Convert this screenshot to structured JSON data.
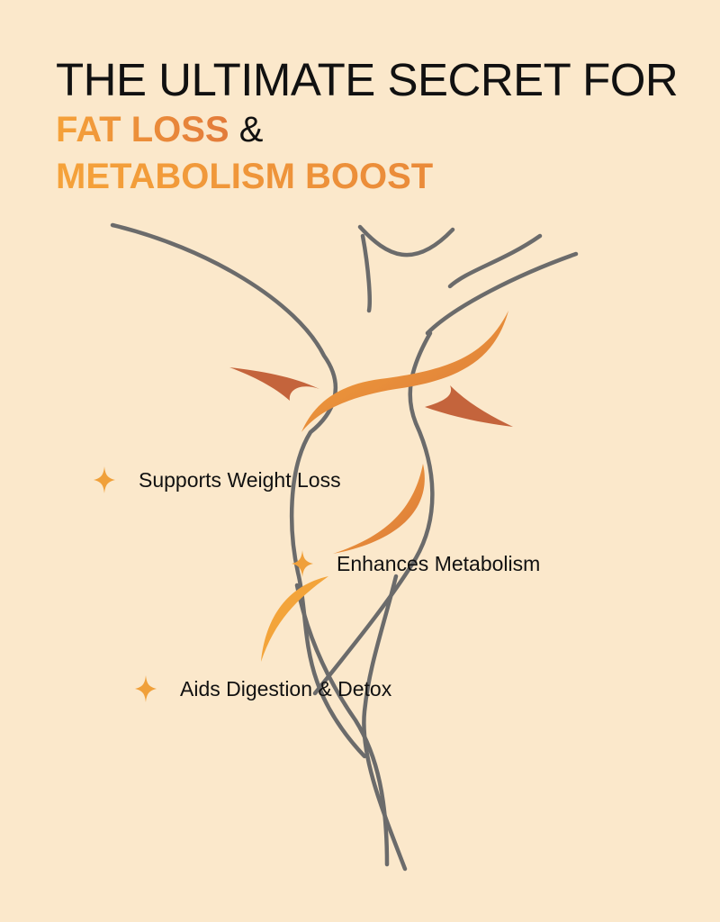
{
  "headline": {
    "line1": "THE ULTIMATE SECRET FOR",
    "line2_accent": "FAT LOSS",
    "line2_rest": " &",
    "line3": "METABOLISM BOOST"
  },
  "benefits": [
    {
      "label": "Supports Weight Loss",
      "icon": "sparkle-icon"
    },
    {
      "label": "Enhances Metabolism",
      "icon": "sparkle-icon"
    },
    {
      "label": "Aids Digestion & Detox",
      "icon": "sparkle-icon"
    }
  ],
  "colors": {
    "background": "#fbe8cb",
    "accent_start": "#f5a23a",
    "accent_end": "#e27a3a",
    "outline": "#6b6b6b",
    "arrow": "#c4643c",
    "text": "#111111"
  }
}
